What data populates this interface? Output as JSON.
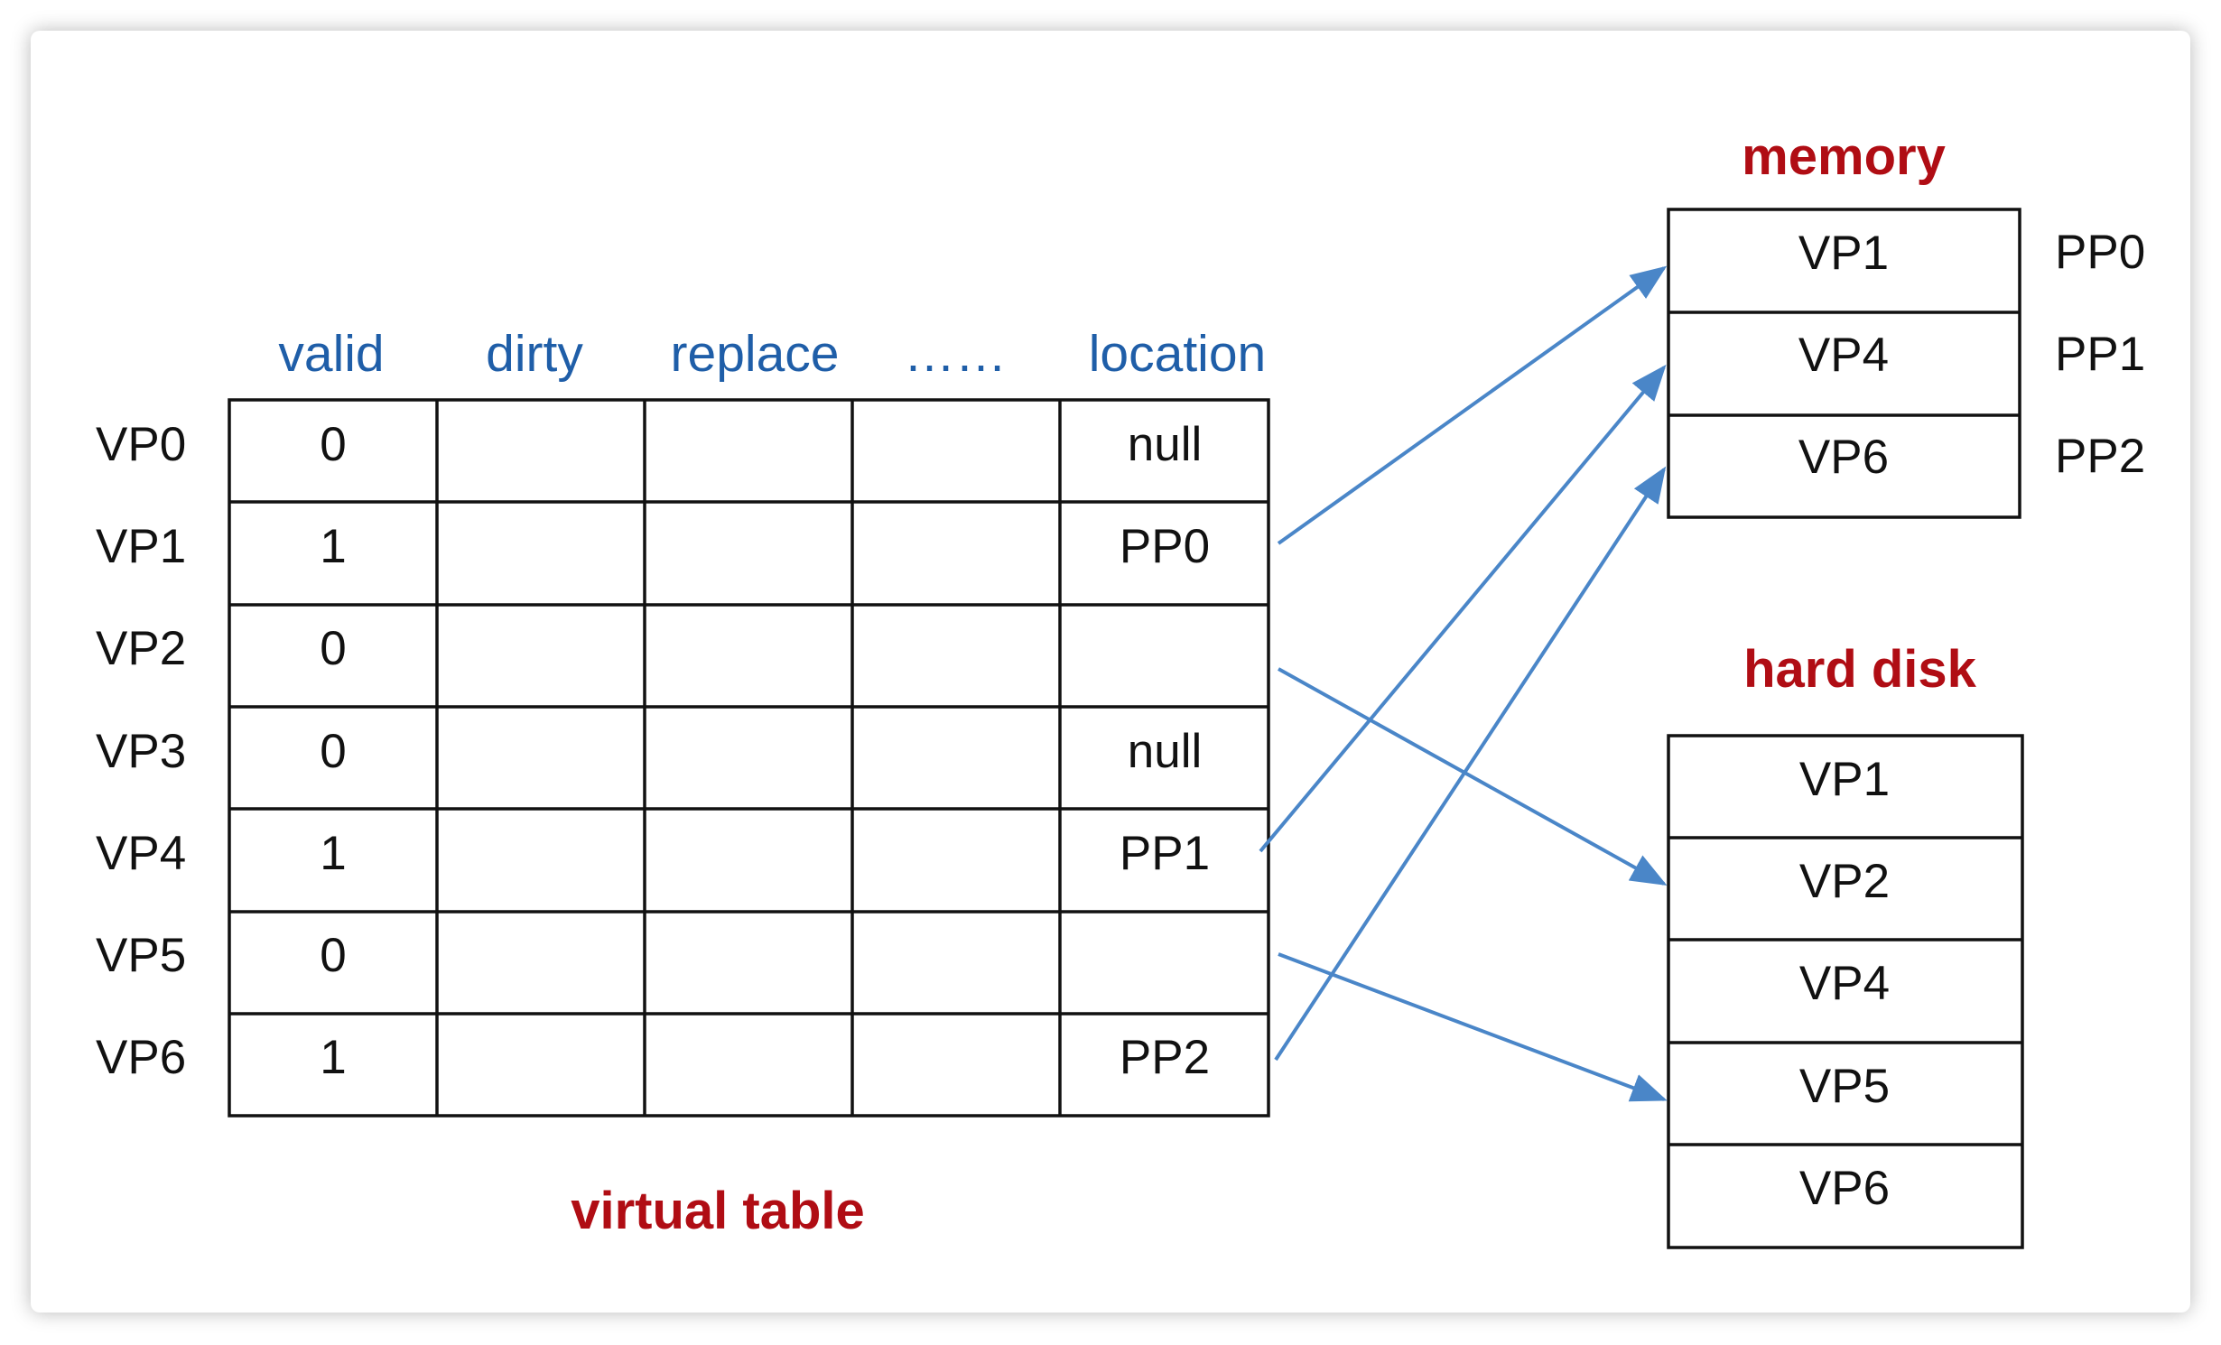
{
  "virtual_table": {
    "title": "virtual table",
    "headers": [
      "valid",
      "dirty",
      "replace",
      "……",
      "location"
    ],
    "rows": [
      {
        "page": "VP0",
        "valid": "0",
        "location": "null"
      },
      {
        "page": "VP1",
        "valid": "1",
        "location": "PP0"
      },
      {
        "page": "VP2",
        "valid": "0",
        "location": ""
      },
      {
        "page": "VP3",
        "valid": "0",
        "location": "null"
      },
      {
        "page": "VP4",
        "valid": "1",
        "location": "PP1"
      },
      {
        "page": "VP5",
        "valid": "0",
        "location": ""
      },
      {
        "page": "VP6",
        "valid": "1",
        "location": "PP2"
      }
    ]
  },
  "memory": {
    "title": "memory",
    "slots": [
      {
        "page": "VP1",
        "frame": "PP0"
      },
      {
        "page": "VP4",
        "frame": "PP1"
      },
      {
        "page": "VP6",
        "frame": "PP2"
      }
    ]
  },
  "hard_disk": {
    "title": "hard disk",
    "pages": [
      "VP1",
      "VP2",
      "VP4",
      "VP5",
      "VP6"
    ]
  },
  "mappings": [
    {
      "from": "VP1",
      "to": "memory:VP1"
    },
    {
      "from": "VP2",
      "to": "hard_disk:VP2"
    },
    {
      "from": "VP4",
      "to": "memory:VP4"
    },
    {
      "from": "VP5",
      "to": "hard_disk:VP5"
    },
    {
      "from": "VP6",
      "to": "memory:VP6"
    }
  ],
  "colors": {
    "header_text": "#1f5ea8",
    "title_text": "#b00d14",
    "arrow": "#4a86c8",
    "border": "#111111"
  }
}
